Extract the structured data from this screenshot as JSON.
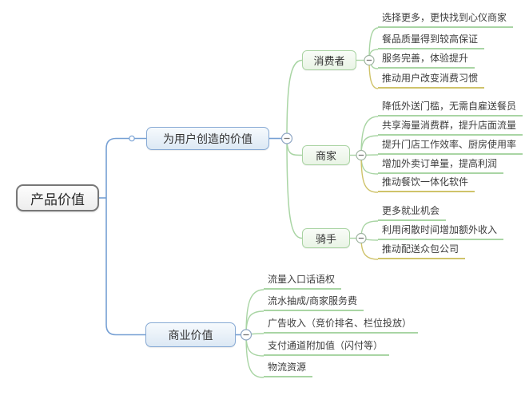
{
  "root": {
    "label": "产品价值"
  },
  "branches": [
    {
      "label": "为用户创造的价值",
      "groups": [
        {
          "label": "消费者",
          "leaves": [
            {
              "text": "选择更多，更快找到心仪商家",
              "line": "green"
            },
            {
              "text": "餐品质量得到较高保证",
              "line": "green"
            },
            {
              "text": "服务完善，体验提升",
              "line": "green"
            },
            {
              "text": "推动用户改变消费习惯",
              "line": "yellow"
            }
          ]
        },
        {
          "label": "商家",
          "leaves": [
            {
              "text": "降低外送门槛，无需自雇送餐员",
              "line": "green"
            },
            {
              "text": "共享海量消费群，提升店面流量",
              "line": "green"
            },
            {
              "text": "提升门店工作效率、厨房使用率",
              "line": "green"
            },
            {
              "text": "增加外卖订单量，提高利润",
              "line": "green"
            },
            {
              "text": "推动餐饮一体化软件",
              "line": "yellow"
            }
          ]
        },
        {
          "label": "骑手",
          "leaves": [
            {
              "text": "更多就业机会",
              "line": "green"
            },
            {
              "text": "利用闲散时间增加额外收入",
              "line": "green"
            },
            {
              "text": "推动配送众包公司",
              "line": "yellow"
            }
          ]
        }
      ]
    },
    {
      "label": "商业价值",
      "leaves": [
        {
          "text": "流量入口话语权",
          "line": "green"
        },
        {
          "text": "流水抽成/商家服务费",
          "line": "green"
        },
        {
          "text": "广告收入（竞价排名、栏位投放）",
          "line": "green"
        },
        {
          "text": "支付通道附加值（闪付等）",
          "line": "green"
        },
        {
          "text": "物流资源",
          "line": "green"
        }
      ]
    }
  ],
  "colors": {
    "branch_blue": "#76a0d4",
    "branch_green": "#a9d5a4",
    "branch_yellow": "#cfc36a"
  },
  "icons": {
    "collapse": "−"
  }
}
